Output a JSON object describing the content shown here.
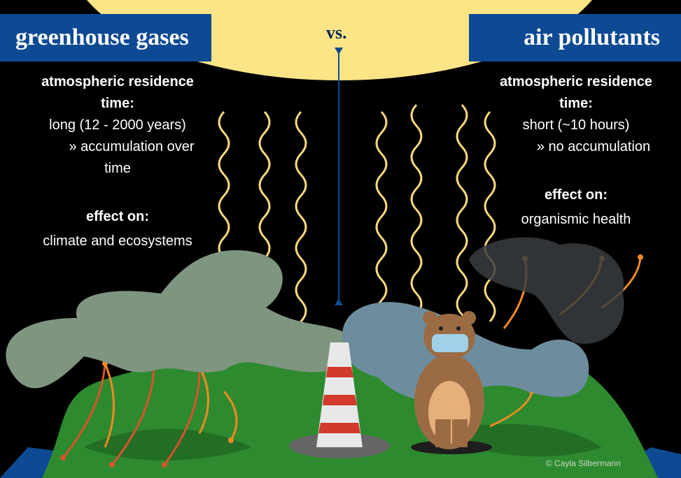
{
  "title_left": "greenhouse gases",
  "title_center": "vs.",
  "title_right": "air pollutants",
  "left": {
    "residence_heading": "atmospheric residence time:",
    "residence_value": "long (12 - 2000 years)",
    "consequence_line1": "» accumulation over",
    "consequence_line2": "time",
    "effect_heading": "effect on:",
    "effect_value": "climate and ecosystems"
  },
  "right": {
    "residence_heading": "atmospheric residence time:",
    "residence_value": "short (~10 hours)",
    "consequence": "» no accumulation",
    "effect_heading": "effect on:",
    "effect_value": "organismic health"
  },
  "credit": "© Cayla Silbermann",
  "colors": {
    "sun": "#fde587",
    "banner": "#0d4a93",
    "earth": "#2e8a2f",
    "ocean": "#0d4a93",
    "ghg_cloud": "#7e957f",
    "pollutant_cloud": "#6d8d9e",
    "radiation": "#f6d77c",
    "heat_arrow": "#f08a24"
  }
}
